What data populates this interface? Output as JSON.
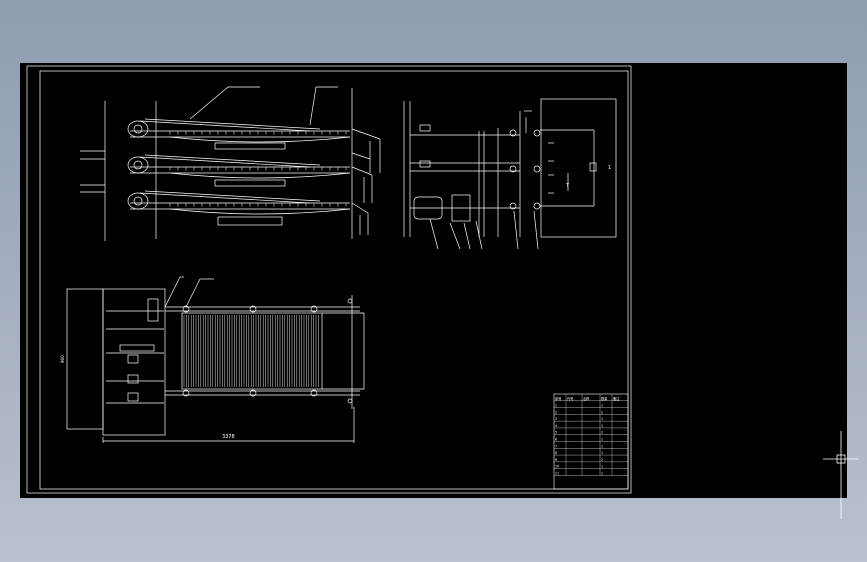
{
  "colors": {
    "background_top": "#8f9cb1",
    "background_bottom": "#b9c1ce",
    "canvas": "#000000",
    "lines": "#ffffff"
  },
  "plan_view": {
    "dimension_total_length": "3378",
    "dimension_height": "960"
  },
  "side_view": {
    "box_label": "1",
    "center_label": "T"
  },
  "title_block": {
    "header": [
      "序号",
      "代号",
      "名称",
      "数量",
      "备注"
    ],
    "rows": [
      [
        "1",
        "",
        "",
        "1",
        ""
      ],
      [
        "2",
        "",
        "",
        "2",
        ""
      ],
      [
        "3",
        "",
        "",
        "1",
        ""
      ],
      [
        "4",
        "",
        "",
        "1",
        ""
      ],
      [
        "5",
        "",
        "",
        "2",
        ""
      ],
      [
        "6",
        "",
        "",
        "1",
        ""
      ],
      [
        "7",
        "",
        "",
        "1",
        ""
      ],
      [
        "8",
        "",
        "",
        "1",
        ""
      ],
      [
        "9",
        "",
        "",
        "2",
        ""
      ],
      [
        "10",
        "",
        "",
        "1",
        ""
      ],
      [
        "11",
        "",
        "",
        "1",
        ""
      ]
    ]
  }
}
